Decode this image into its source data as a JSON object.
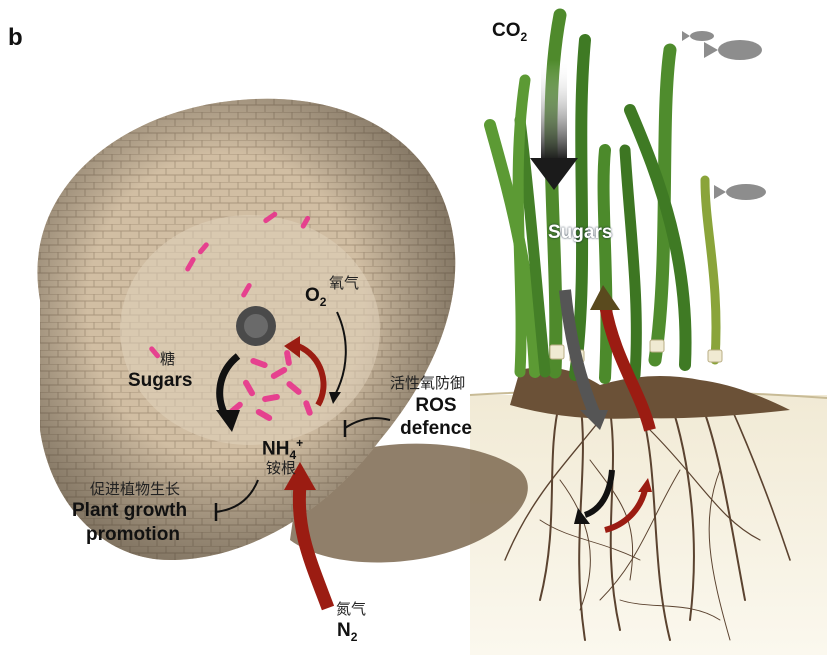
{
  "panel_letter": "b",
  "labels": {
    "co2_main": "CO",
    "co2_sub": "2",
    "sugars_plant": "Sugars",
    "o2_main": "O",
    "o2_sub": "2",
    "o2_cn": "氧气",
    "sugars_root_cn": "糖",
    "sugars_root": "Sugars",
    "ros_cn": "活性氧防御",
    "ros_line1": "ROS",
    "ros_line2": "defence",
    "nh4_main": "NH",
    "nh4_sub": "4",
    "nh4_sup": "+",
    "nh4_cn": "铵根",
    "growth_cn": "促进植物生长",
    "growth_line1": "Plant growth",
    "growth_line2": "promotion",
    "n2_cn": "氮气",
    "n2_main": "N",
    "n2_sub": "2"
  },
  "colors": {
    "arrow_red": "#9b1c12",
    "arrow_black": "#111111",
    "bacteria_pink": "#e8338c",
    "leaf_green": "#4f8a2c",
    "root_brown": "#5b4330",
    "cell_beige": "#d9c6ad",
    "sediment": "#efe7cf"
  }
}
